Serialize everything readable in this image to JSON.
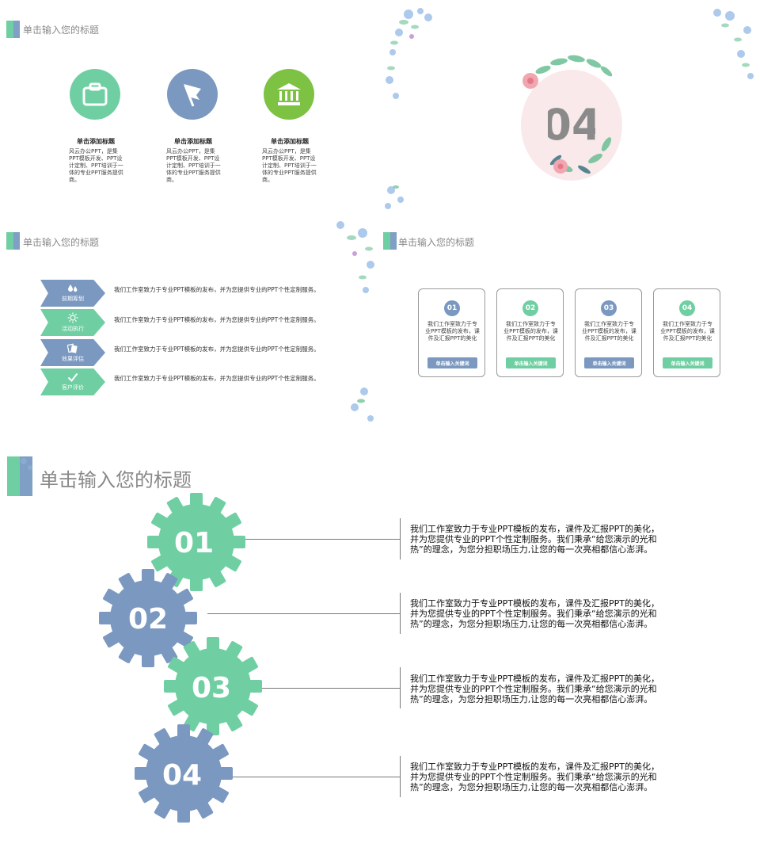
{
  "slide1": {
    "title": "单击输入您的标题",
    "features": [
      {
        "icon": "briefcase-icon",
        "color": "#6fcfa3",
        "title": "单击添加标题",
        "text": "风云办公PPT，是集PPT模板开发、PPT设计定制、PPT培训于一体的专业PPT服务提供商。"
      },
      {
        "icon": "flag-icon",
        "color": "#7b98c0",
        "title": "单击添加标题",
        "text": "风云办公PPT，是集PPT模板开发、PPT设计定制、PPT培训于一体的专业PPT服务提供商。"
      },
      {
        "icon": "bank-icon",
        "color": "#7dc242",
        "title": "单击添加标题",
        "text": "风云办公PPT，是集PPT模板开发、PPT设计定制、PPT培训于一体的专业PPT服务提供商。"
      }
    ]
  },
  "slide2": {
    "number": "04"
  },
  "slide3": {
    "title": "单击输入您的标题",
    "steps": [
      {
        "label": "前期筹划",
        "icon": "drops-icon",
        "color": "#7b98c0",
        "text": "我们工作室致力于专业PPT模板的发布，并为您提供专业的PPT个性定制服务。"
      },
      {
        "label": "活动执行",
        "icon": "sun-icon",
        "color": "#6fcfa3",
        "text": "我们工作室致力于专业PPT模板的发布，并为您提供专业的PPT个性定制服务。"
      },
      {
        "label": "效果评估",
        "icon": "cards-icon",
        "color": "#7b98c0",
        "text": "我们工作室致力于专业PPT模板的发布，并为您提供专业的PPT个性定制服务。"
      },
      {
        "label": "客户评价",
        "icon": "check-icon",
        "color": "#6fcfa3",
        "text": "我们工作室致力于专业PPT模板的发布，并为您提供专业的PPT个性定制服务。"
      }
    ]
  },
  "slide4": {
    "title": "单击输入您的标题",
    "cards": [
      {
        "num": "01",
        "color": "#7b98c0",
        "text": "我们工作室致力于专业PPT模板的发布，课件及汇报PPT的美化",
        "button": "单击输入关键词"
      },
      {
        "num": "02",
        "color": "#6fcfa3",
        "text": "我们工作室致力于专业PPT模板的发布，课件及汇报PPT的美化",
        "button": "单击输入关键词"
      },
      {
        "num": "03",
        "color": "#7b98c0",
        "text": "我们工作室致力于专业PPT模板的发布，课件及汇报PPT的美化",
        "button": "单击输入关键词"
      },
      {
        "num": "04",
        "color": "#6fcfa3",
        "text": "我们工作室致力于专业PPT模板的发布，课件及汇报PPT的美化",
        "button": "单击输入关键词"
      }
    ]
  },
  "slide5": {
    "title": "单击输入您的标题",
    "gears": [
      {
        "num": "01",
        "color": "#6fcfa3",
        "text": "我们工作室致力于专业PPT模板的发布，课件及汇报PPT的美化，并为您提供专业的PPT个性定制服务。我们秉承“给您演示的光和热”的理念，为您分担职场压力,让您的每一次亮相都信心澎湃。"
      },
      {
        "num": "02",
        "color": "#7b98c0",
        "text": "我们工作室致力于专业PPT模板的发布，课件及汇报PPT的美化，并为您提供专业的PPT个性定制服务。我们秉承“给您演示的光和热”的理念，为您分担职场压力,让您的每一次亮相都信心澎湃。"
      },
      {
        "num": "03",
        "color": "#6fcfa3",
        "text": "我们工作室致力于专业PPT模板的发布，课件及汇报PPT的美化，并为您提供专业的PPT个性定制服务。我们秉承“给您演示的光和热”的理念，为您分担职场压力,让您的每一次亮相都信心澎湃。"
      },
      {
        "num": "04",
        "color": "#7b98c0",
        "text": "我们工作室致力于专业PPT模板的发布，课件及汇报PPT的美化，并为您提供专业的PPT个性定制服务。我们秉承“给您演示的光和热”的理念，为您分担职场压力,让您的每一次亮相都信心澎湃。"
      }
    ]
  }
}
